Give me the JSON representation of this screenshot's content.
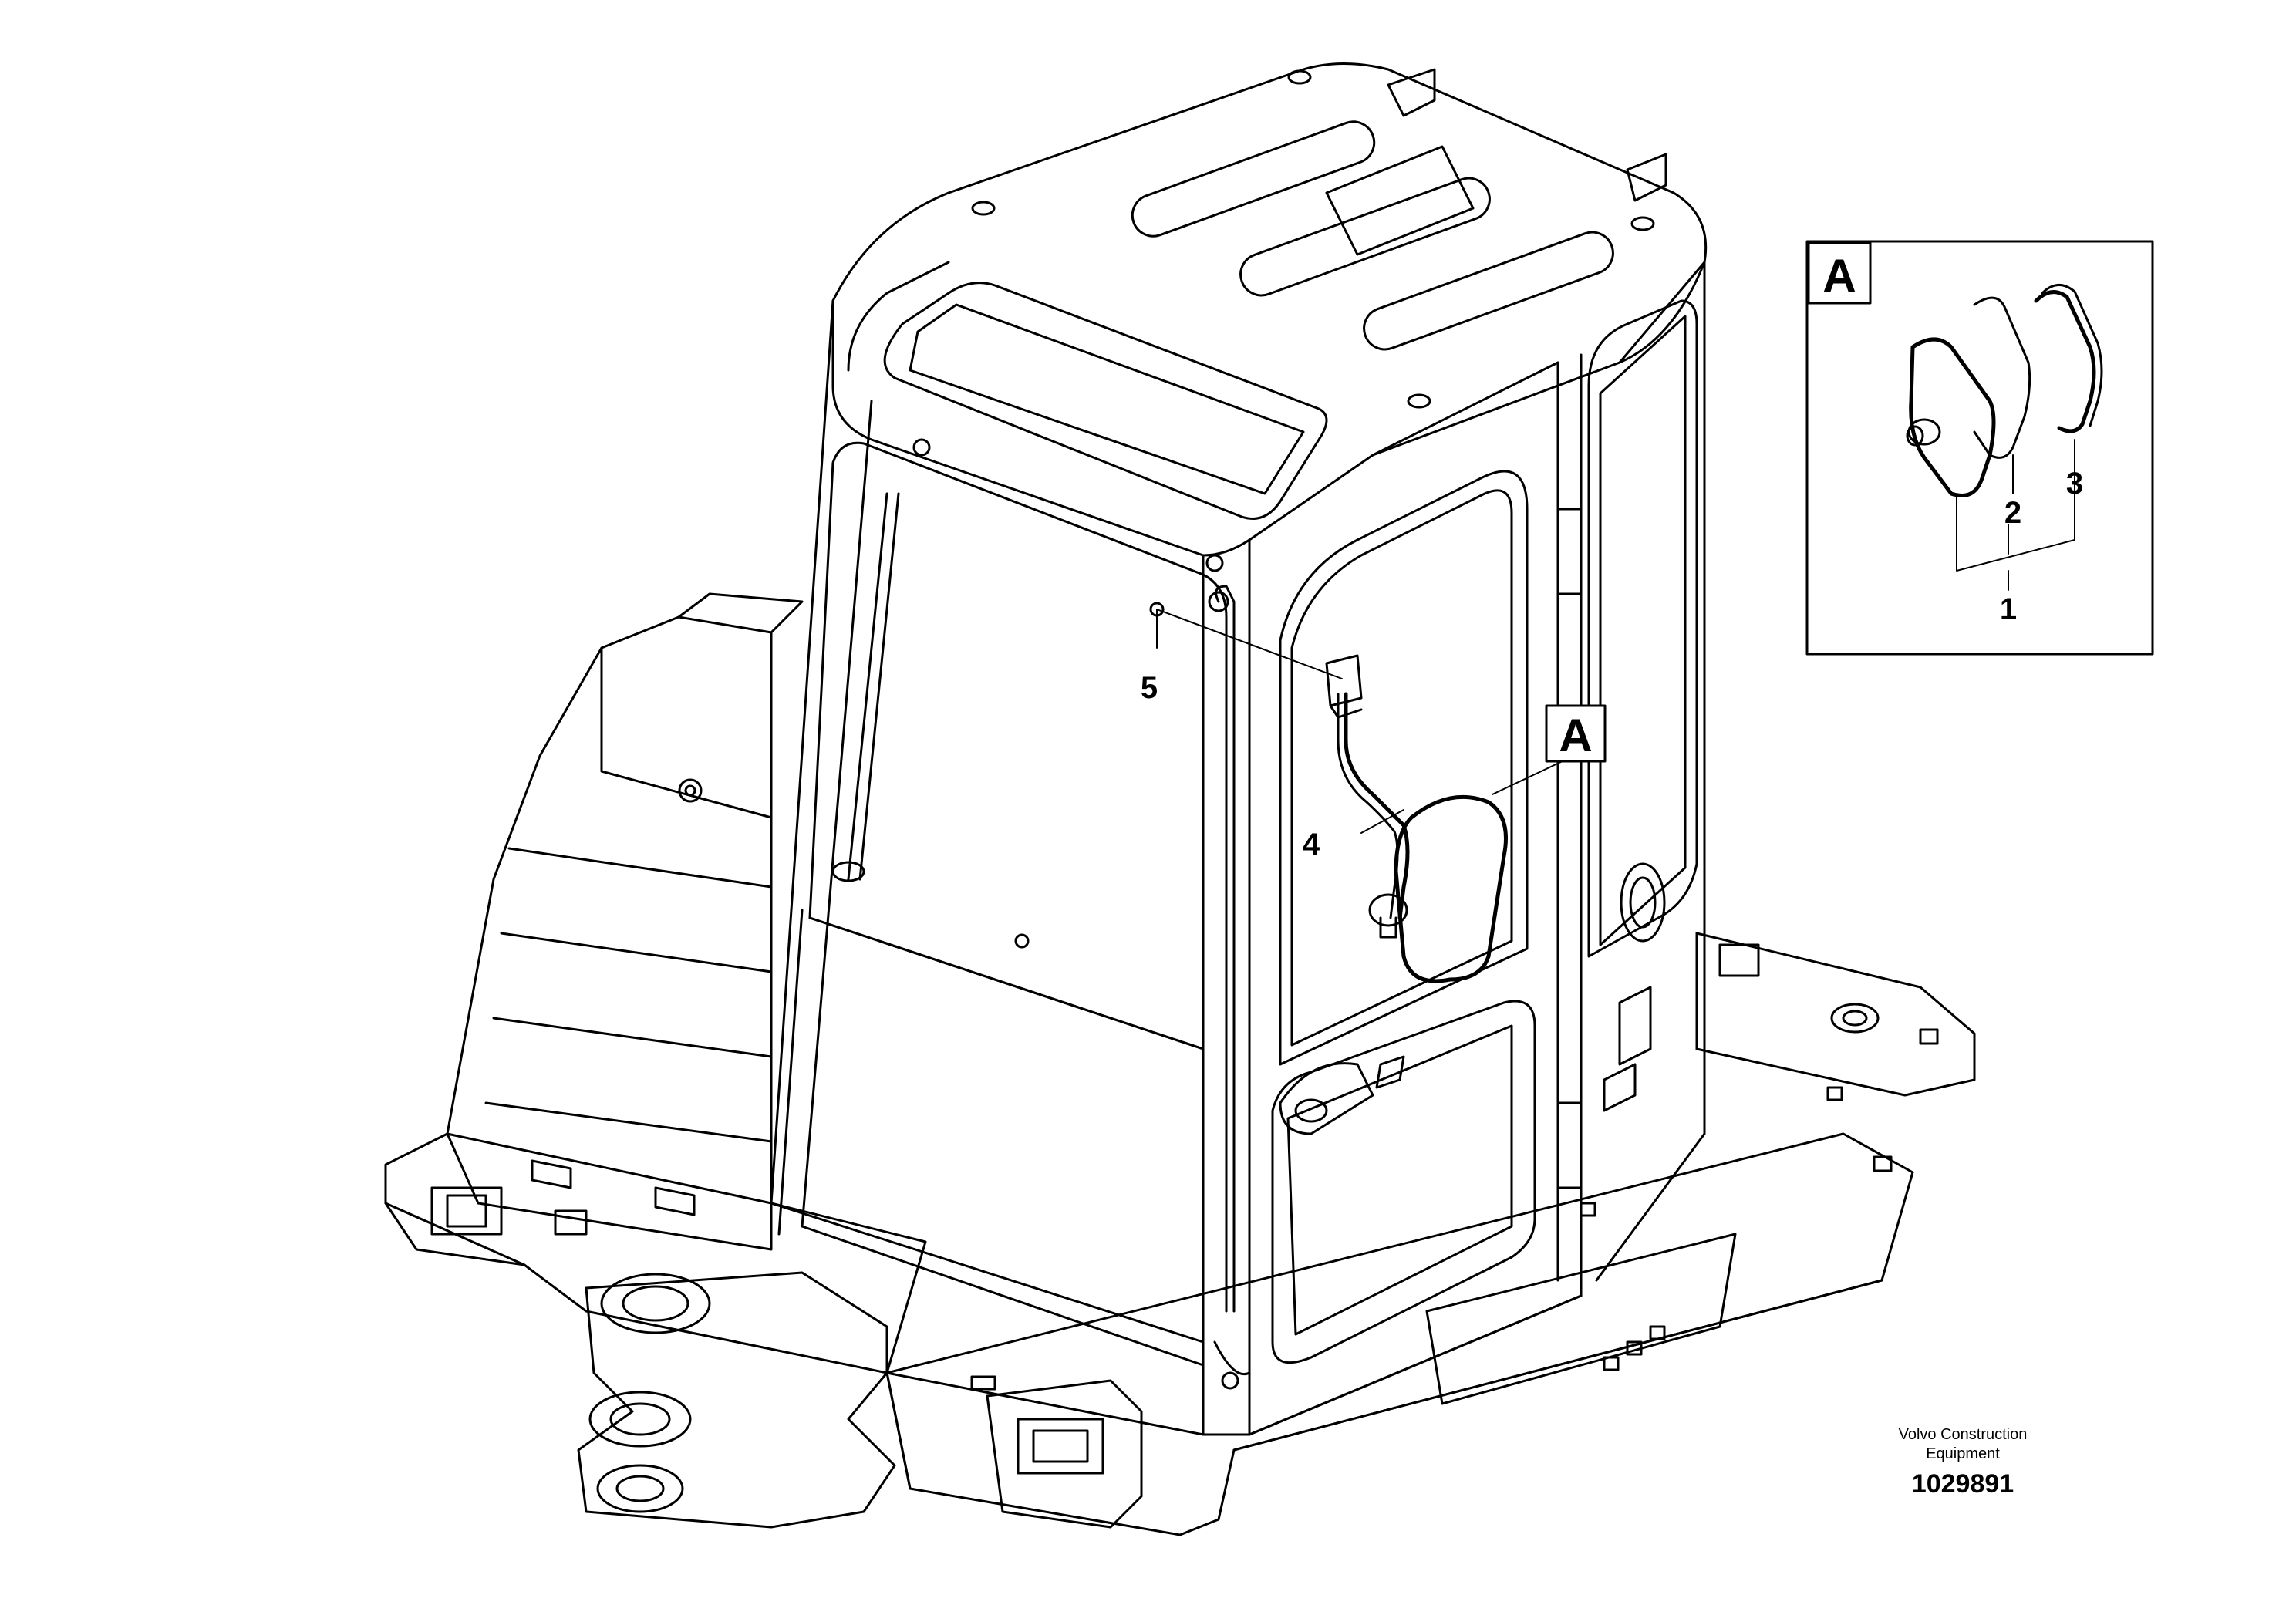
{
  "callouts": {
    "c1": "1",
    "c2": "2",
    "c3": "3",
    "c4": "4",
    "c5": "5"
  },
  "detail": {
    "inset_label": "A",
    "main_label": "A"
  },
  "footer": {
    "company_line1": "Volvo Construction",
    "company_line2": "Equipment",
    "drawing_number": "1029891"
  }
}
